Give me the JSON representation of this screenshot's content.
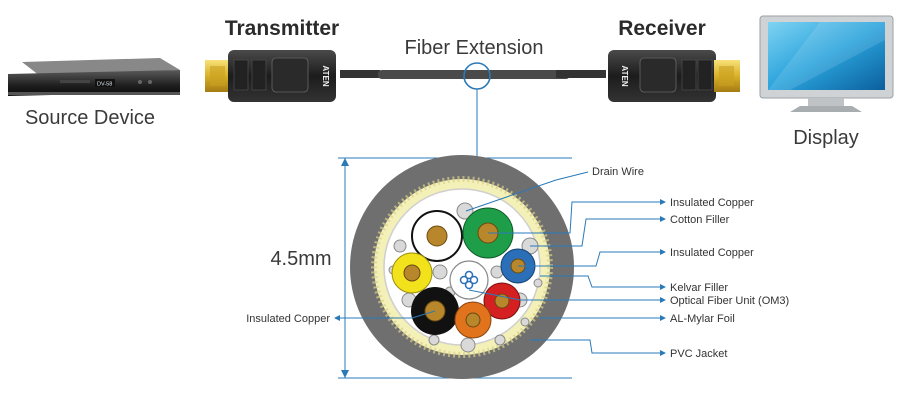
{
  "top": {
    "transmitter": "Transmitter",
    "receiver": "Receiver",
    "fiber_extension": "Fiber Extension",
    "source_device": "Source Device",
    "display": "Display",
    "source_device_badge": "DV-58",
    "plug_brand": "ATEN"
  },
  "cross_section": {
    "diameter": "4.5mm",
    "labels": {
      "drain_wire": "Drain Wire",
      "insulated_copper_1": "Insulated Copper",
      "cotton_filler": "Cotton Filler",
      "insulated_copper_2": "Insulated Copper",
      "kelvar_filler": "Kelvar Filler",
      "optical_fiber_unit": "Optical Fiber Unit (OM3)",
      "al_mylar_foil": "AL-Mylar Foil",
      "pvc_jacket": "PVC Jacket",
      "insulated_copper_left": "Insulated Copper"
    }
  },
  "colors": {
    "leader_line": "#2a7ab8",
    "jacket": "#6f6f6f",
    "kevlar": "#f3f0b8",
    "green": "#1e9e48",
    "blue": "#2a6fb8",
    "yellow": "#f2e21c",
    "black": "#111111",
    "red": "#d42020",
    "orange": "#e0731c",
    "copper_core": "#b8862b"
  }
}
